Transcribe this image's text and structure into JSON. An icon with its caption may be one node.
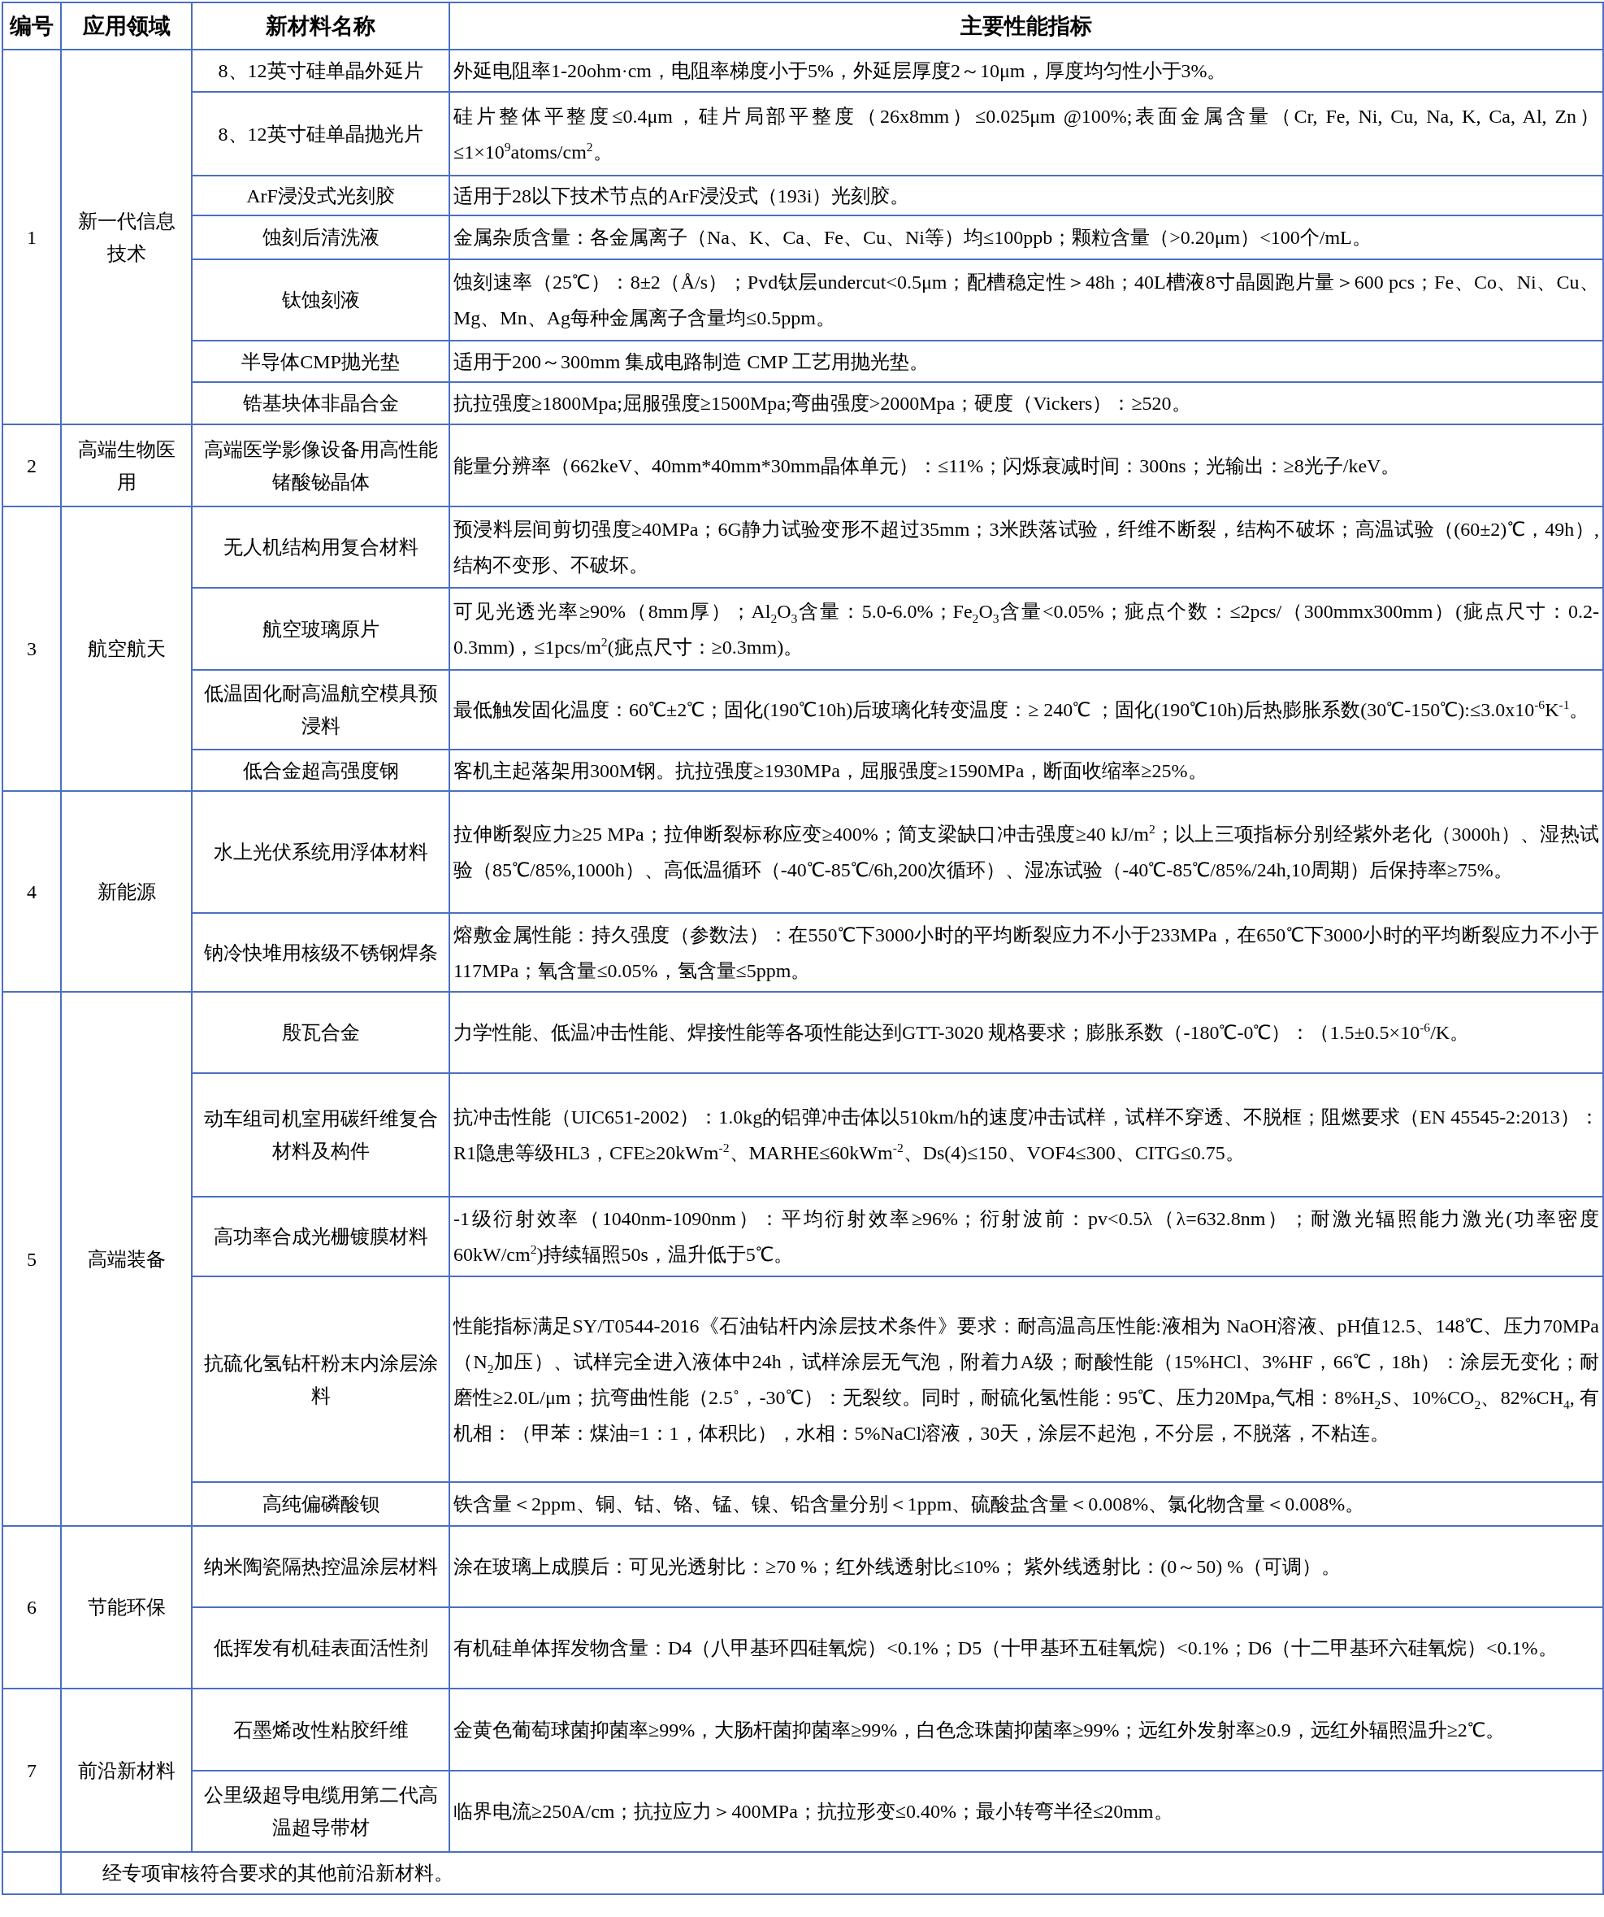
{
  "diagram": {
    "labels": [
      "编号",
      "应用领域",
      "新材料名称",
      "主要性能指标",
      "1",
      "新一代信息技术",
      "8、12英寸硅单晶外延片",
      "外延电阻率1-20ohm·cm，电阻率梯度小于5%，外延层厚度2～10μm，厚度均匀性小于3%。",
      "8、12英寸硅单晶抛光片",
      "硅片整体平整度≤0.4μm，硅片局部平整度（26x8mm）≤0.025μm @100%;表面金属含量（Cr, Fe, Ni, Cu, Na, K, Ca, Al, Zn）≤1×10$^{9}$atoms/cm$^{2}$。",
      "ArF浸没式光刻胶",
      "适用于28以下技术节点的ArF浸没式（193i）光刻胶。",
      "蚀刻后清洗液",
      "金属杂质含量：各金属离子（Na、K、Ca、Fe、Cu、Ni等）均≤100ppb；颗粒含量（>0.20μm）<100个/mL。",
      "钛蚀刻液",
      "蚀刻速率（25℃）：8±2（Å/s）；Pvd钛层undercut<0.5μm；配槽稳定性＞48h；40L槽液8寸晶圆跑片量＞600 pcs；Fe、Co、Ni、Cu、Mg、Mn、Ag每种金属离子含量均≤0.5ppm。",
      "半导体CMP抛光垫",
      "适用于200～300mm 集成电路制造 CMP 工艺用抛光垫。",
      "锆基块体非晶合金",
      "抗拉强度≥1800Mpa;屈服强度≥1500Mpa;弯曲强度>2000Mpa；硬度（Vickers）：≥520。",
      "2",
      "高端生物医用",
      "高端医学影像设备用高性能锗酸铋晶体",
      "能量分辨率（662keV、40mm*40mm*30mm晶体单元）：≤11%；闪烁衰减时间：300ns；光输出：≥8光子/keV。",
      "3",
      "航空航天",
      "无人机结构用复合材料",
      "预浸料层间剪切强度≥40MPa；6G静力试验变形不超过35mm；3米跌落试验，纤维不断裂，结构不破坏；高温试验（(60±2)℃，49h）,结构不变形、不破坏。",
      "航空玻璃原片",
      "可见光透光率≥90%（8mm厚）；Al$_{2}$O$_{3}$含量：5.0-6.0%；Fe$_{2}$O$_{3}$含量<0.05%；疵点个数：≤2pcs/（300mmx300mm）(疵点尺寸：0.2-0.3mm)，≤1pcs/m$^{2}$(疵点尺寸：≥0.3mm)。",
      "低温固化耐高温航空模具预浸料",
      "最低触发固化温度：60℃±2℃；固化(190℃10h)后玻璃化转变温度：≥ 240℃ ；固化(190℃10h)后热膨胀系数(30℃-150℃):≤3.0x10$^{-6}$K$^{-1}$。",
      "低合金超高强度钢",
      "客机主起落架用300M钢。抗拉强度≥1930MPa，屈服强度≥1590MPa，断面收缩率≥25%。",
      "4",
      "新能源",
      "水上光伏系统用浮体材料",
      "拉伸断裂应力≥25 MPa；拉伸断裂标称应变≥400%；简支梁缺口冲击强度≥40 kJ/m$^{2}$；以上三项指标分别经紫外老化（3000h）、湿热试验（85℃/85%,1000h）、高低温循环（-40℃-85℃/6h,200次循环）、湿冻试验（-40℃-85℃/85%/24h,10周期）后保持率≥75%。",
      "钠冷快堆用核级不锈钢焊条",
      "熔敷金属性能：持久强度（参数法）：在550℃下3000小时的平均断裂应力不小于233MPa，在650℃下3000小时的平均断裂应力不小于117MPa；氧含量≤0.05%，氢含量≤5ppm。",
      "5",
      "高端装备",
      "殷瓦合金",
      "力学性能、低温冲击性能、焊接性能等各项性能达到GTT-3020 规格要求；膨胀系数（-180℃-0℃）：（1.5±0.5×10$^{-6}$/K。",
      "动车组司机室用碳纤维复合材料及构件",
      "抗冲击性能（UIC651-2002）：1.0kg的铝弹冲击体以510km/h的速度冲击试样，试样不穿透、不脱框；阻燃要求（EN 45545-2:2013）：R1隐患等级HL3，CFE≥20kWm$^{-2}$、MARHE≤60kWm$^{-2}$、Ds(4)≤150、VOF4≤300、CITG≤0.75。",
      "高功率合成光栅镀膜材料",
      "-1级衍射效率（1040nm-1090nm）：平均衍射效率≥96%；衍射波前：pv<0.5λ（λ=632.8nm）；耐激光辐照能力激光(功率密度60kW/cm$^{2}$)持续辐照50s，温升低于5℃。",
      "抗硫化氢钻杆粉末内涂层涂料",
      "性能指标满足SY/T0544-2016《石油钻杆内涂层技术条件》要求：耐高温高压性能:液相为 NaOH溶液、pH值12.5、148℃、压力70MPa（N$_{2}$加压）、试样完全进入液体中24h，试样涂层无气泡，附着力A级；耐酸性能（15%HCl、3%HF，66℃，18h）：涂层无变化；耐磨性≥2.0L/μm；抗弯曲性能（2.5˚，-30℃）：无裂纹。同时，耐硫化氢性能：95℃、压力20Mpa,气相：8%H$_{2}$S、10%CO$_{2}$、82%CH$_{4}$, 有机相：（甲苯：煤油=1：1，体积比），水相：5%NaCl溶液，30天，涂层不起泡，不分层，不脱落，不粘连。",
      "高纯偏磷酸钡",
      "铁含量＜2ppm、铜、钴、铬、锰、镍、铅含量分别＜1ppm、硫酸盐含量＜0.008%、氯化物含量＜0.008%。",
      "6",
      "节能环保",
      "纳米陶瓷隔热控温涂层材料",
      "涂在玻璃上成膜后：可见光透射比：≥70 %；红外线透射比≤10%； 紫外线透射比：(0～50) %（可调）。",
      "低挥发有机硅表面活性剂",
      "有机硅单体挥发物含量：D4（八甲基环四硅氧烷）<0.1%；D5（十甲基环五硅氧烷）<0.1%；D6（十二甲基环六硅氧烷）<0.1%。",
      "7",
      "前沿新材料",
      "石墨烯改性粘胶纤维",
      "金黄色葡萄球菌抑菌率≥99%，大肠杆菌抑菌率≥99%，白色念珠菌抑菌率≥99%；远红外发射率≥0.9，远红外辐照温升≥2℃。",
      "公里级超导电缆用第二代高温超导带材",
      "临界电流≥250A/cm；抗拉应力＞400MPa；抗拉形变≤0.40%；最小转弯半径≤20mm。",
      "经专项审核符合要求的其他前沿新材料。"
    ]
  }
}
